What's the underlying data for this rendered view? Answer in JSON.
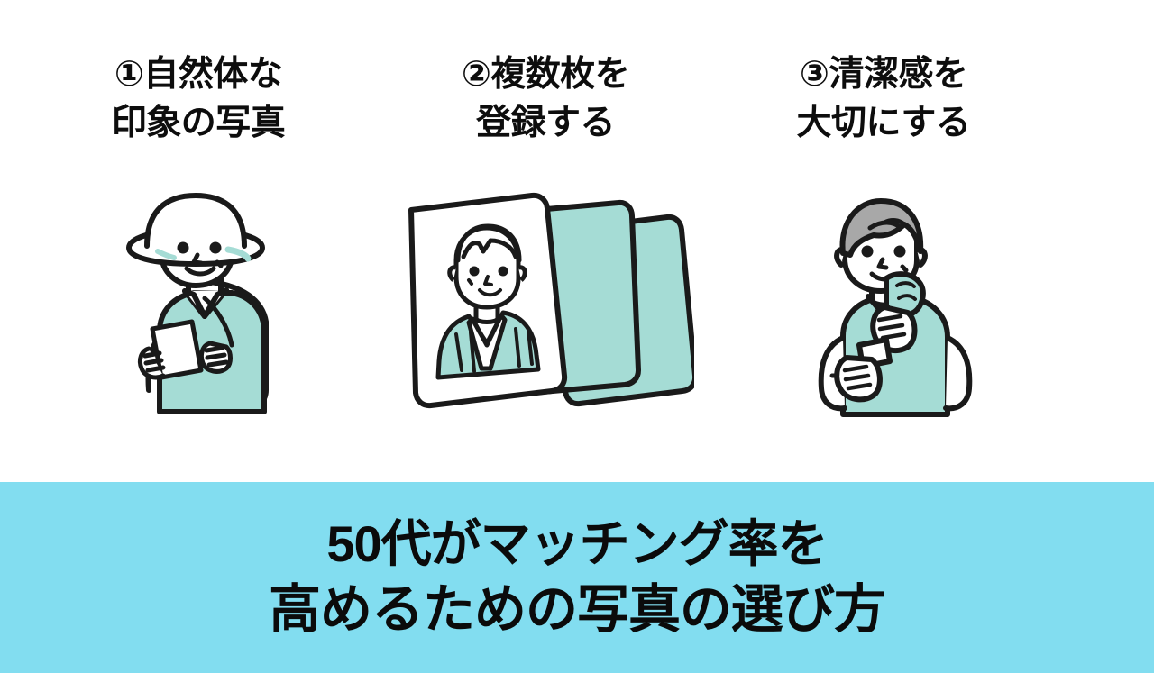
{
  "poster": {
    "background_color": "#ffffff",
    "accent_teal": "#A5DCD5",
    "banner_color": "#82DDF0",
    "ink_color": "#1a1a1a",
    "hair_gray": "#A8A8A8"
  },
  "columns": [
    {
      "marker": "①",
      "heading": "①自然体な\n印象の写真",
      "illustration_name": "man-with-bucket-hat-holding-phone-and-backpack"
    },
    {
      "marker": "②",
      "heading": "②複数枚を\n登録する",
      "illustration_name": "stack-of-three-photo-cards-with-portrait"
    },
    {
      "marker": "③",
      "heading": "③清潔感を\n大切にする",
      "illustration_name": "gray-haired-man-wiping-face-with-towel"
    }
  ],
  "banner": {
    "line1": "50代がマッチング率を",
    "line2": "高めるための写真の選び方"
  }
}
